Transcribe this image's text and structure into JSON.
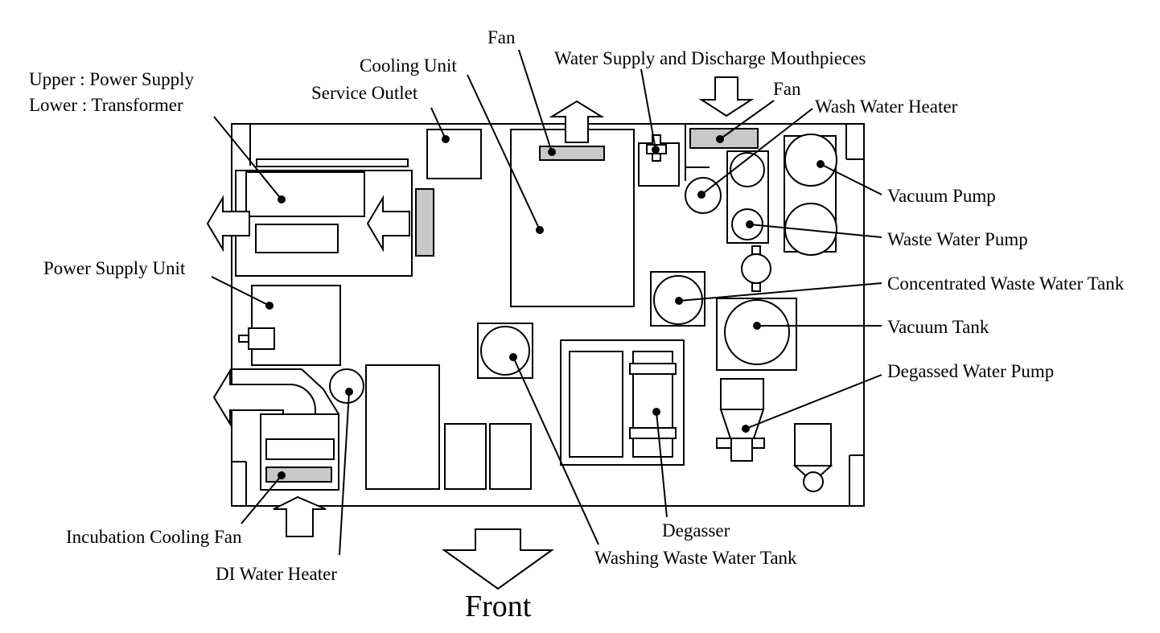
{
  "labels": {
    "upper_power_supply": "Upper : Power Supply",
    "lower_transformer": "Lower : Transformer",
    "cooling_unit": "Cooling Unit",
    "service_outlet": "Service Outlet",
    "fan_top": "Fan",
    "water_mouthpieces": "Water Supply and Discharge Mouthpieces",
    "fan_right": "Fan",
    "wash_water_heater": "Wash Water Heater",
    "vacuum_pump": "Vacuum Pump",
    "waste_water_pump": "Waste Water Pump",
    "concentrated_waste_tank": "Concentrated Waste Water Tank",
    "vacuum_tank": "Vacuum Tank",
    "degassed_water_pump": "Degassed Water Pump",
    "power_supply_unit": "Power Supply Unit",
    "incubation_cooling_fan": "Incubation Cooling Fan",
    "di_water_heater": "DI Water Heater",
    "degasser": "Degasser",
    "washing_waste_tank": "Washing Waste Water Tank",
    "front": "Front"
  },
  "colors": {
    "fan_fill": "#c8c8c8",
    "line": "#000000",
    "background": "#ffffff"
  }
}
